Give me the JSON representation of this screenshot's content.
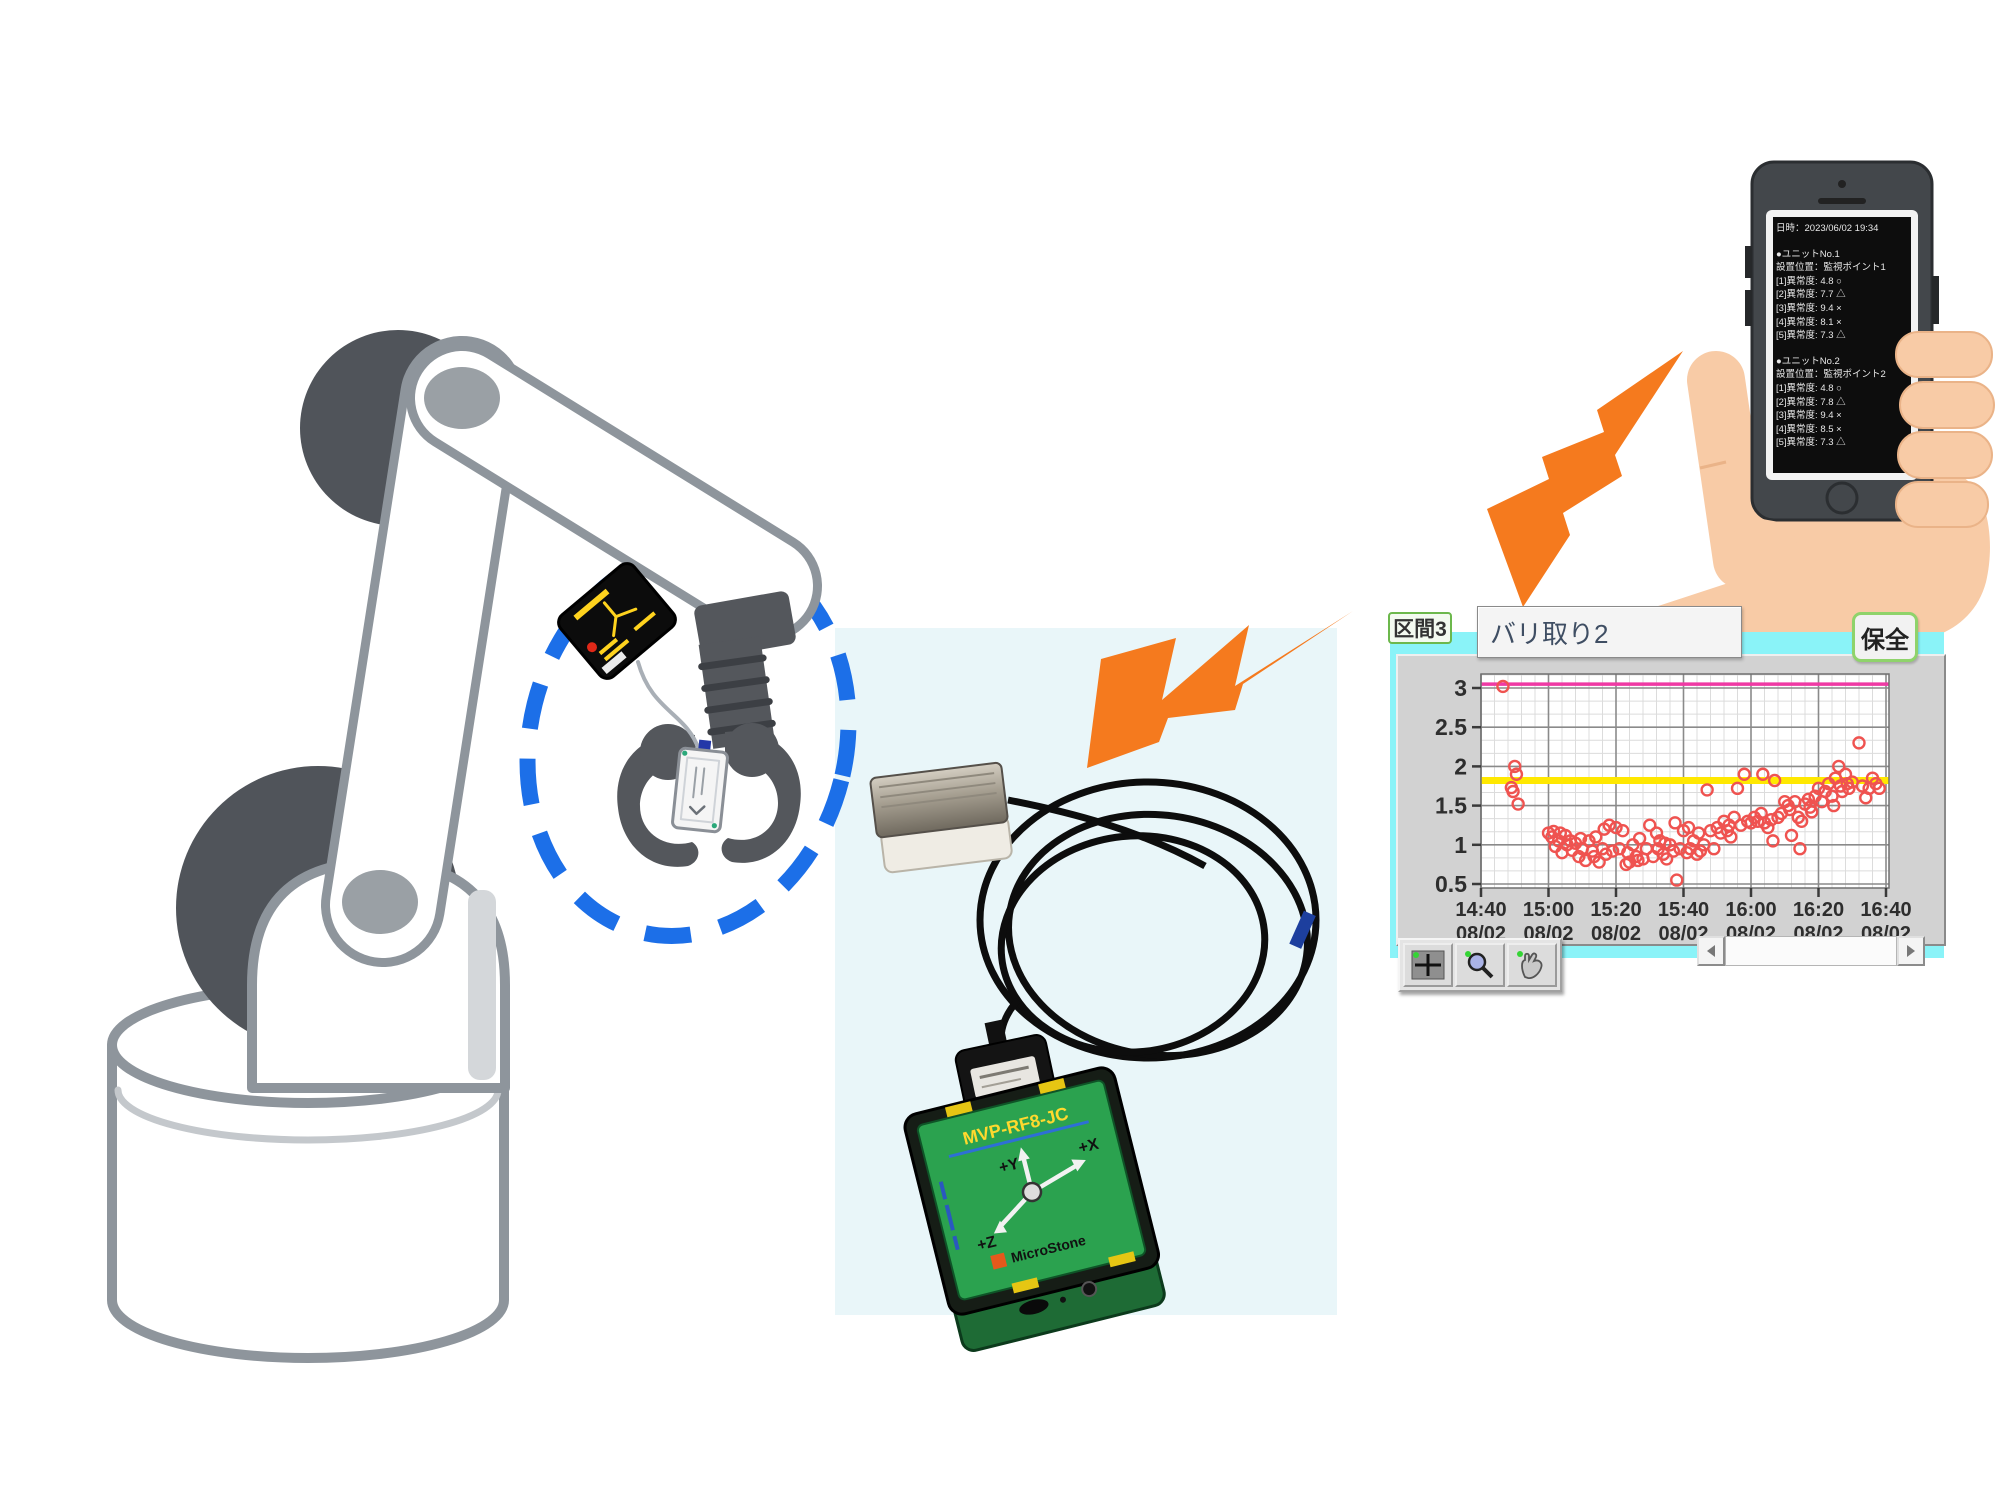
{
  "phone": {
    "datetime": "日時：2023/06/02 19:34",
    "units": [
      {
        "name": "●ユニットNo.1",
        "location": "設置位置：監視ポイント1",
        "readings": [
          "[1]異常度: 4.8 ○",
          "[2]異常度: 7.7 △",
          "[3]異常度: 9.4 ×",
          "[4]異常度: 8.1 ×",
          "[5]異常度: 7.3 △"
        ]
      },
      {
        "name": "●ユニットNo.2",
        "location": "設置位置：監視ポイント2",
        "readings": [
          "[1]異常度: 4.8 ○",
          "[2]異常度: 7.8 △",
          "[3]異常度: 9.4 ×",
          "[4]異常度: 8.5 ×",
          "[5]異常度: 7.3 △"
        ]
      }
    ]
  },
  "chart_window": {
    "interval_label": "区間3",
    "title_field_value": "バリ取り2",
    "maintenance_button_label": "保全"
  },
  "chart_data": {
    "type": "scatter",
    "title": "バリ取り2",
    "x_tick_labels": [
      "14:40",
      "15:00",
      "15:20",
      "15:40",
      "16:00",
      "16:20",
      "16:40"
    ],
    "x_tick_sublabel": "08/02",
    "x_tick_minutes": [
      0,
      20,
      40,
      60,
      80,
      100,
      120
    ],
    "y_tick_labels": [
      "3",
      "2.5",
      "2",
      "1.5",
      "1",
      "0.5"
    ],
    "y_tick_values": [
      3,
      2.5,
      2,
      1.5,
      1,
      0.5
    ],
    "ylim": [
      0.45,
      3.18
    ],
    "xlim_minutes": [
      0,
      121
    ],
    "grid": true,
    "threshold_line_value": 1.82,
    "limit_line_value": 3.05,
    "points_min_val": [
      [
        6.5,
        3.02
      ],
      [
        10,
        2.0
      ],
      [
        10.5,
        1.9
      ],
      [
        9,
        1.73
      ],
      [
        9.5,
        1.68
      ],
      [
        11,
        1.52
      ],
      [
        20,
        1.15
      ],
      [
        21,
        1.1
      ],
      [
        21.5,
        1.17
      ],
      [
        22,
        0.98
      ],
      [
        23,
        1.05
      ],
      [
        23.5,
        1.15
      ],
      [
        24,
        0.9
      ],
      [
        25,
        1.12
      ],
      [
        25.5,
        1.0
      ],
      [
        26.5,
        1.05
      ],
      [
        27,
        0.93
      ],
      [
        28,
        1.02
      ],
      [
        29,
        0.85
      ],
      [
        29.5,
        1.08
      ],
      [
        30,
        0.95
      ],
      [
        31,
        0.8
      ],
      [
        32,
        1.05
      ],
      [
        33,
        0.92
      ],
      [
        33.5,
        0.85
      ],
      [
        34,
        1.1
      ],
      [
        35,
        0.78
      ],
      [
        36,
        0.95
      ],
      [
        36.5,
        1.2
      ],
      [
        37,
        0.88
      ],
      [
        38,
        1.25
      ],
      [
        39,
        0.92
      ],
      [
        40,
        1.22
      ],
      [
        41,
        0.95
      ],
      [
        42,
        1.18
      ],
      [
        43,
        0.75
      ],
      [
        43.5,
        0.9
      ],
      [
        44,
        0.78
      ],
      [
        45,
        1.0
      ],
      [
        46,
        0.85
      ],
      [
        46.5,
        0.8
      ],
      [
        47,
        1.08
      ],
      [
        48,
        0.82
      ],
      [
        49,
        0.95
      ],
      [
        50,
        1.25
      ],
      [
        51,
        0.85
      ],
      [
        52,
        1.15
      ],
      [
        52.5,
        0.95
      ],
      [
        53,
        1.05
      ],
      [
        54,
        0.88
      ],
      [
        54.5,
        1.02
      ],
      [
        55,
        0.82
      ],
      [
        56,
        1.0
      ],
      [
        57,
        0.92
      ],
      [
        57.5,
        1.28
      ],
      [
        58,
        0.55
      ],
      [
        59,
        0.95
      ],
      [
        60,
        1.18
      ],
      [
        61,
        0.9
      ],
      [
        61.5,
        1.22
      ],
      [
        62,
        0.95
      ],
      [
        63,
        1.05
      ],
      [
        64,
        0.88
      ],
      [
        64.5,
        1.15
      ],
      [
        65,
        0.92
      ],
      [
        66,
        1.0
      ],
      [
        67,
        1.7
      ],
      [
        68,
        1.18
      ],
      [
        69,
        0.95
      ],
      [
        70,
        1.22
      ],
      [
        71,
        1.15
      ],
      [
        72,
        1.3
      ],
      [
        73,
        1.18
      ],
      [
        73.5,
        1.25
      ],
      [
        74,
        1.1
      ],
      [
        75,
        1.35
      ],
      [
        76,
        1.72
      ],
      [
        77,
        1.25
      ],
      [
        78,
        1.9
      ],
      [
        79,
        1.3
      ],
      [
        80,
        1.28
      ],
      [
        81,
        1.35
      ],
      [
        82,
        1.3
      ],
      [
        83,
        1.4
      ],
      [
        83.5,
        1.9
      ],
      [
        84,
        1.28
      ],
      [
        85,
        1.22
      ],
      [
        86,
        1.32
      ],
      [
        86.5,
        1.05
      ],
      [
        87,
        1.82
      ],
      [
        88,
        1.35
      ],
      [
        89,
        1.4
      ],
      [
        90,
        1.55
      ],
      [
        91,
        1.5
      ],
      [
        91.5,
        1.45
      ],
      [
        92,
        1.12
      ],
      [
        93,
        1.55
      ],
      [
        94,
        1.35
      ],
      [
        94.5,
        0.95
      ],
      [
        95,
        1.3
      ],
      [
        96,
        1.52
      ],
      [
        97,
        1.58
      ],
      [
        97.5,
        1.48
      ],
      [
        98,
        1.42
      ],
      [
        99,
        1.62
      ],
      [
        100,
        1.72
      ],
      [
        101,
        1.55
      ],
      [
        102,
        1.68
      ],
      [
        103,
        1.78
      ],
      [
        104,
        1.62
      ],
      [
        104.5,
        1.5
      ],
      [
        105,
        1.85
      ],
      [
        106,
        2.0
      ],
      [
        106.5,
        1.75
      ],
      [
        107,
        1.68
      ],
      [
        108,
        1.9
      ],
      [
        108.5,
        1.78
      ],
      [
        109,
        1.72
      ],
      [
        110,
        1.8
      ],
      [
        112,
        2.3
      ],
      [
        113,
        1.75
      ],
      [
        114,
        1.6
      ],
      [
        115,
        1.72
      ],
      [
        116,
        1.85
      ],
      [
        117,
        1.78
      ],
      [
        118,
        1.72
      ]
    ]
  },
  "sensor_device": {
    "model_label": "MVP-RF8-JC",
    "brand_label": "MicroStone",
    "axis_y_label": "+Y",
    "axis_x_label": "+X",
    "axis_z_label": "+Z"
  },
  "colors": {
    "bolt_orange": "#f57a1e",
    "cyan_panel": "#8af3f8",
    "pale_panel": "#e9f6f9",
    "threshold_yellow": "#ffe800",
    "limit_magenta": "#ef3aa4",
    "point_red": "#ef5350",
    "device_green": "#2ba24f",
    "device_title_yellow": "#ffd92e",
    "highlight_blue": "#1c6fe8"
  }
}
